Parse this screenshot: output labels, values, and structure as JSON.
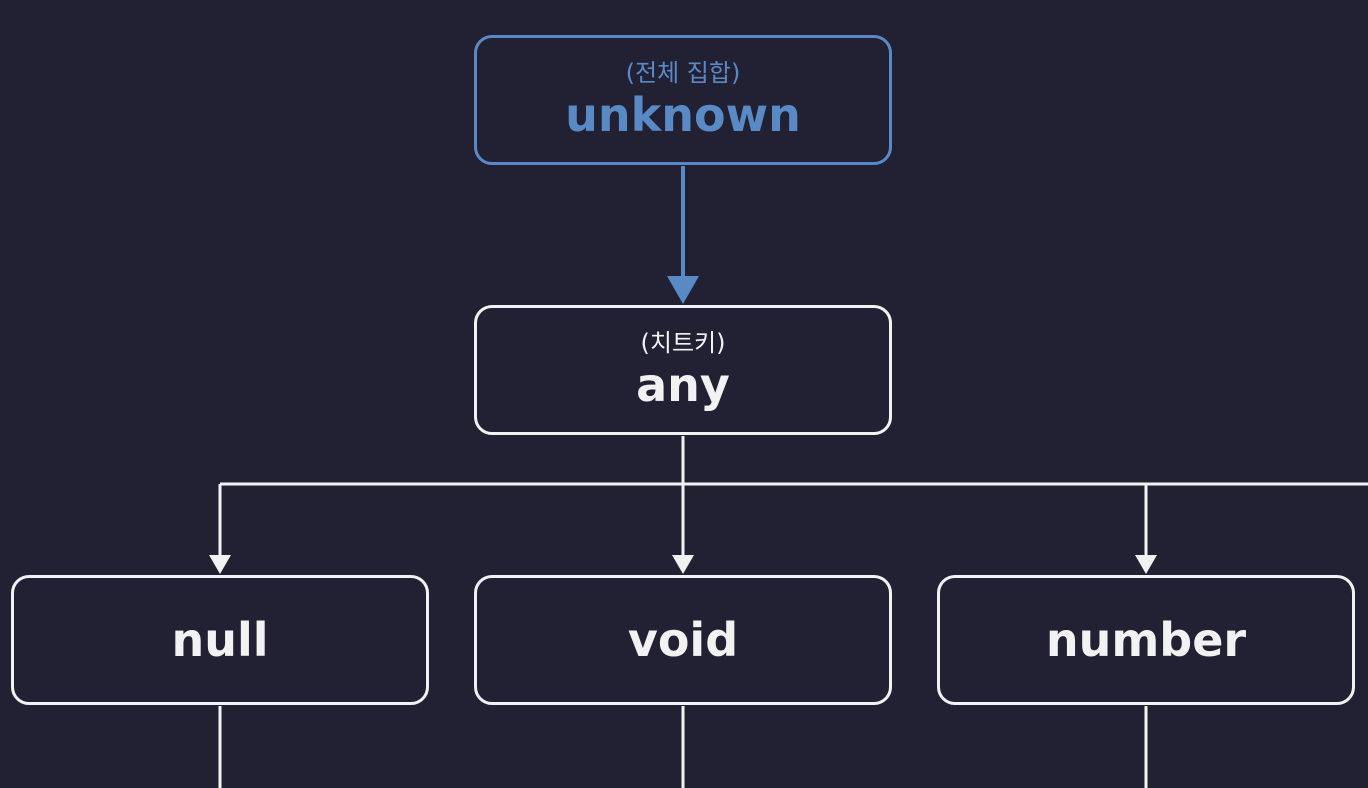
{
  "colors": {
    "background": "#222133",
    "default_stroke": "#f2f2f2",
    "accent": "#5a8ac6"
  },
  "nodes": {
    "unknown": {
      "sub": "(전체 집합)",
      "label": "unknown"
    },
    "any": {
      "sub": "(치트키)",
      "label": "any"
    },
    "null": {
      "label": "null"
    },
    "void": {
      "label": "void"
    },
    "number": {
      "label": "number"
    }
  },
  "edges": [
    {
      "from": "unknown",
      "to": "any"
    },
    {
      "from": "any",
      "to": "null"
    },
    {
      "from": "any",
      "to": "void"
    },
    {
      "from": "any",
      "to": "number"
    }
  ]
}
